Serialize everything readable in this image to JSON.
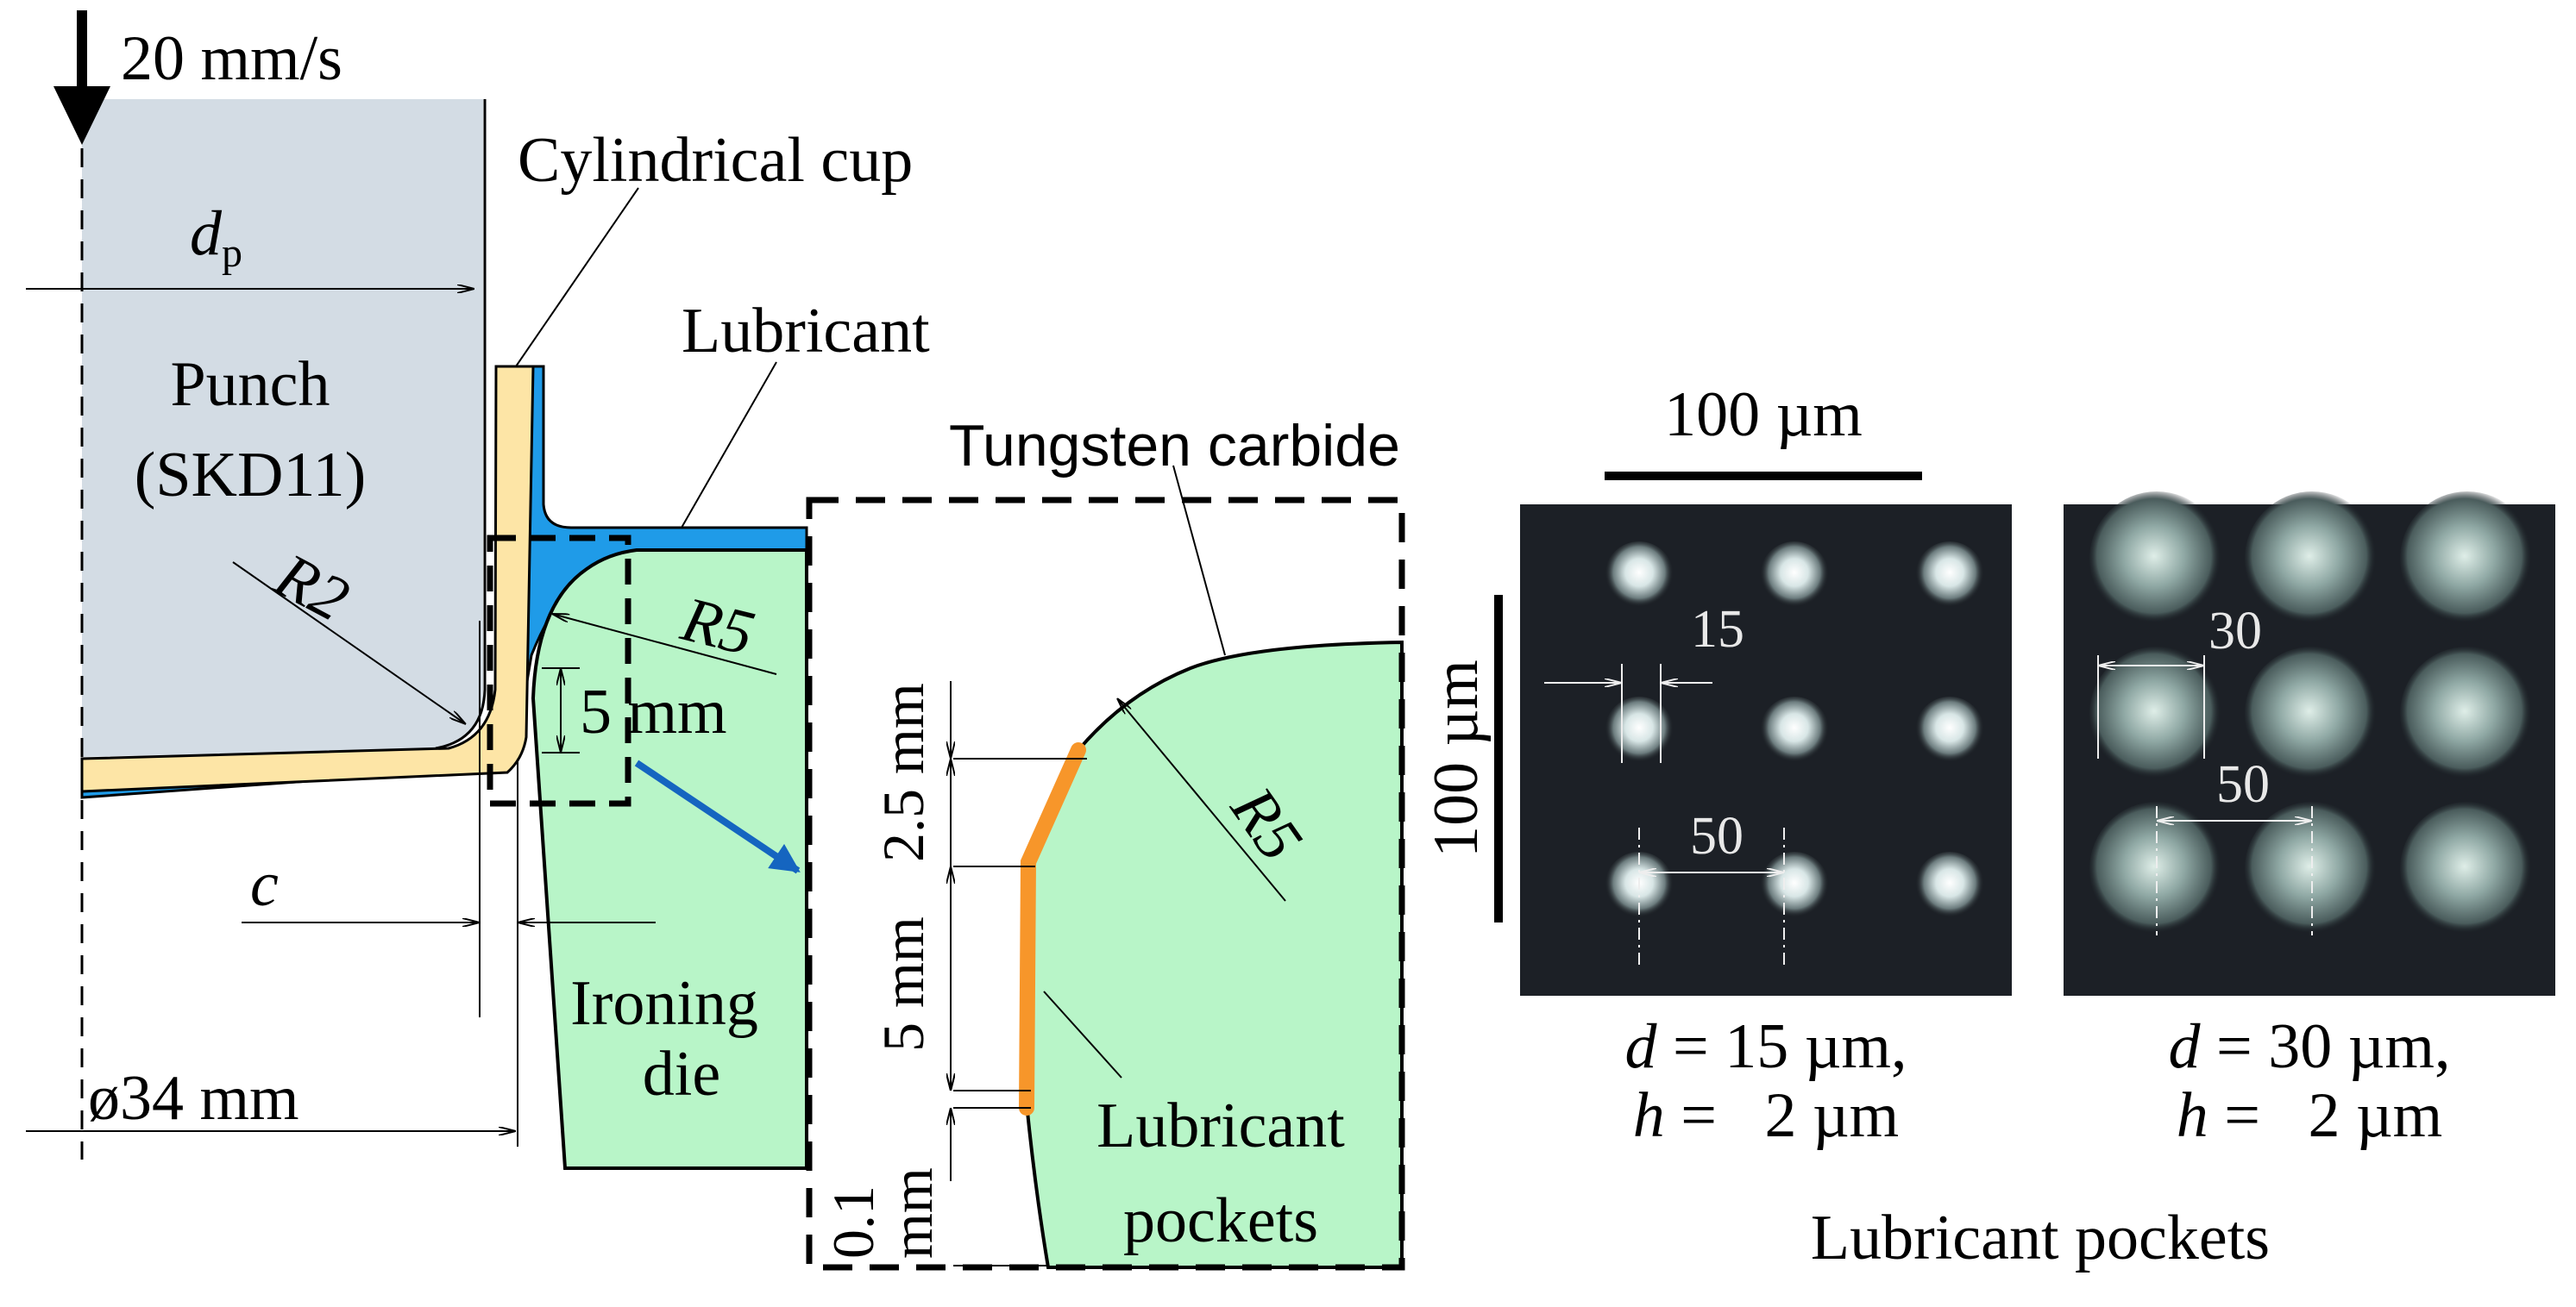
{
  "speed": "20 mm/s",
  "labels": {
    "cup": "Cylindrical cup",
    "lubricant": "Lubricant",
    "dp_main": "d",
    "dp_sub": "p",
    "punch_line1": "Punch",
    "punch_line2": "(SKD11)",
    "r2": "R2",
    "r5_left": "R5",
    "five_mm": "5 mm",
    "c": "c",
    "ironing_line1": "Ironing",
    "ironing_line2": "die",
    "phi34": "ø34 mm",
    "tungsten": "Tungsten carbide",
    "r5_right": "R5",
    "dim_25": "2.5 mm",
    "dim_5": "5 mm",
    "dim_01a": "0.1",
    "dim_01b": "mm",
    "pockets_line1": "Lubricant",
    "pockets_line2": "pockets"
  },
  "micrographs": {
    "scale_h": "100 µm",
    "scale_v": "100 µm",
    "left": {
      "d_val": "15",
      "spacing": "50",
      "cap_d_var": "d",
      "cap_d_rest": " = 15 µm,",
      "cap_h_var": "h",
      "cap_h_rest": " =   2 µm"
    },
    "right": {
      "d_val": "30",
      "spacing": "50",
      "cap_d_var": "d",
      "cap_d_rest": " = 30 µm,",
      "cap_h_var": "h",
      "cap_h_rest": " =   2 µm"
    },
    "caption": "Lubricant pockets"
  },
  "colors": {
    "punch": "#d3dce4",
    "cup": "#fde5a6",
    "lubricant": "#1f9be8",
    "die": "#b8f5c8",
    "pocket_band": "#f7962a",
    "tungsten_text": "#1e8c28",
    "arrow_blue": "#1565c0"
  }
}
